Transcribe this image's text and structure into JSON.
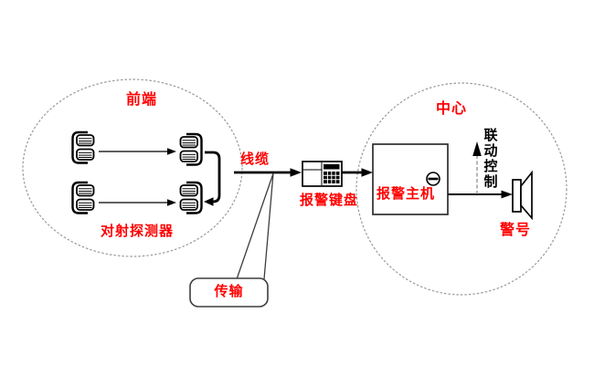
{
  "colors": {
    "label_red": "#ff0000",
    "diagram_line_black": "#000000",
    "zone_outline_gray": "#999999",
    "linkage_text_black": "#000000"
  },
  "zones": {
    "front": {
      "label": "前端",
      "detectors_label": "对射探测器"
    },
    "center": {
      "label": "中心"
    }
  },
  "labels": {
    "cable": "线缆",
    "keypad": "报警键盘",
    "transmission": "传输",
    "host": "报警主机",
    "linkage_control": "联动控制",
    "siren": "警号"
  },
  "icons": {
    "detector": "striped-beam-sensor-shape",
    "keypad": "box-with-display-and-12-key-grid",
    "host_knob": "circle-with-horizontal-bar",
    "siren": "speaker-horn-shape"
  }
}
